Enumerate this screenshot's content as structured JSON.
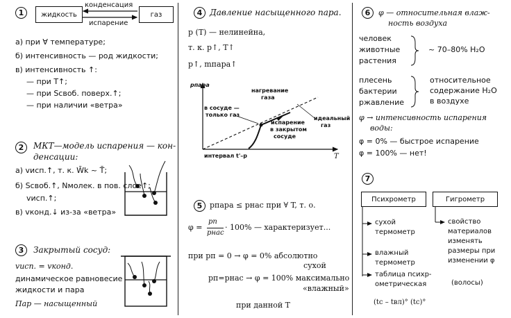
{
  "s1": {
    "num": "1",
    "box_liquid": "жидкость",
    "box_gas": "газ",
    "arrow_top": "конденсация",
    "arrow_bottom": "испарение",
    "l1": "а) при ∀ температуре;",
    "l2": "б) интенсивность — род жидкости;",
    "l3": "в) интенсивность ↑:",
    "l4": "— при T↑;",
    "l5": "— при Sсвоб. поверх.↑;",
    "l6": "— при наличии «ветра»"
  },
  "s2": {
    "num": "2",
    "t1": "МКТ—модель испарения — кон-",
    "t2": "денсации:",
    "l1": "а) vисп.↑, т. к. W̄k ~ T̄;",
    "l2": "б) Sсвоб.↑, Nмолек. в пов. слое↑;",
    "l3": "vисп.↑;",
    "l4": "в) vконд.↓ из-за «ветра»"
  },
  "s3": {
    "num": "3",
    "title": "Закрытый сосуд:",
    "l1": "vисп. = vконд.",
    "l2": "динамическое равновесие",
    "l3": "жидкости и пара",
    "l4": "Пар — насыщенный"
  },
  "s4": {
    "num": "4",
    "title": "Давление насыщенного пара.",
    "l1": "p (T) — нелинейна,",
    "l2": "т. к. p↑, T↑",
    "l3": "p↑, mпара↑",
    "axis_y": "pпара",
    "axis_x": "T",
    "lbl_heating": "нагревание",
    "lbl_heating2": "газа",
    "lbl_vessel": "в сосуде —",
    "lbl_vessel2": "только газ",
    "lbl_ideal": "идеальный",
    "lbl_ideal2": "газ",
    "lbl_evap": "испарение",
    "lbl_evap2": "в закрытом",
    "lbl_evap3": "сосуде",
    "lbl_interval": "интервал t'–p"
  },
  "s5": {
    "num": "5",
    "l1": "pпара ≤ pнас при ∀ T, т. о.",
    "phi_eq": "φ =",
    "frac_num": "pп",
    "frac_den": "pнас",
    "l2": "· 100% — характеризует...",
    "l3": "при  pп = 0 → φ = 0%  абсолютно",
    "l3b": "сухой",
    "l4": "pп=pнас → φ = 100%  максимально",
    "l4b": "«влажный»",
    "l5": "при данной T"
  },
  "s6": {
    "num": "6",
    "title1": "φ  —  относительная влаж-",
    "title2": "ность воздуха",
    "g1a": "человек",
    "g1b": "животные",
    "g1c": "растения",
    "g1r": "~ 70–80%  H₂O",
    "g2a": "плесень",
    "g2b": "бактерии",
    "g2c": "ржавление",
    "g2r1": "относительное",
    "g2r2": "содержание H₂O",
    "g2r3": "в воздухе",
    "l1": "φ → интенсивность  испарения",
    "l1b": "воды:",
    "l2": "φ =   0%  — быстрое испарение",
    "l3": "φ = 100% — нет!"
  },
  "s7": {
    "num": "7",
    "box1": "Психрометр",
    "box2": "Гигрометр",
    "a1": "сухой",
    "a2": "термометр",
    "a3": "влажный",
    "a4": "термометр",
    "a5": "таблица  психр-",
    "a6": "ометрическая",
    "formula": "(tс – tвл)° (tс)°",
    "b1": "свойство",
    "b2": "материалов",
    "b3": "изменять",
    "b4": "размеры при",
    "b5": "изменении φ",
    "b6": "(волосы)"
  }
}
